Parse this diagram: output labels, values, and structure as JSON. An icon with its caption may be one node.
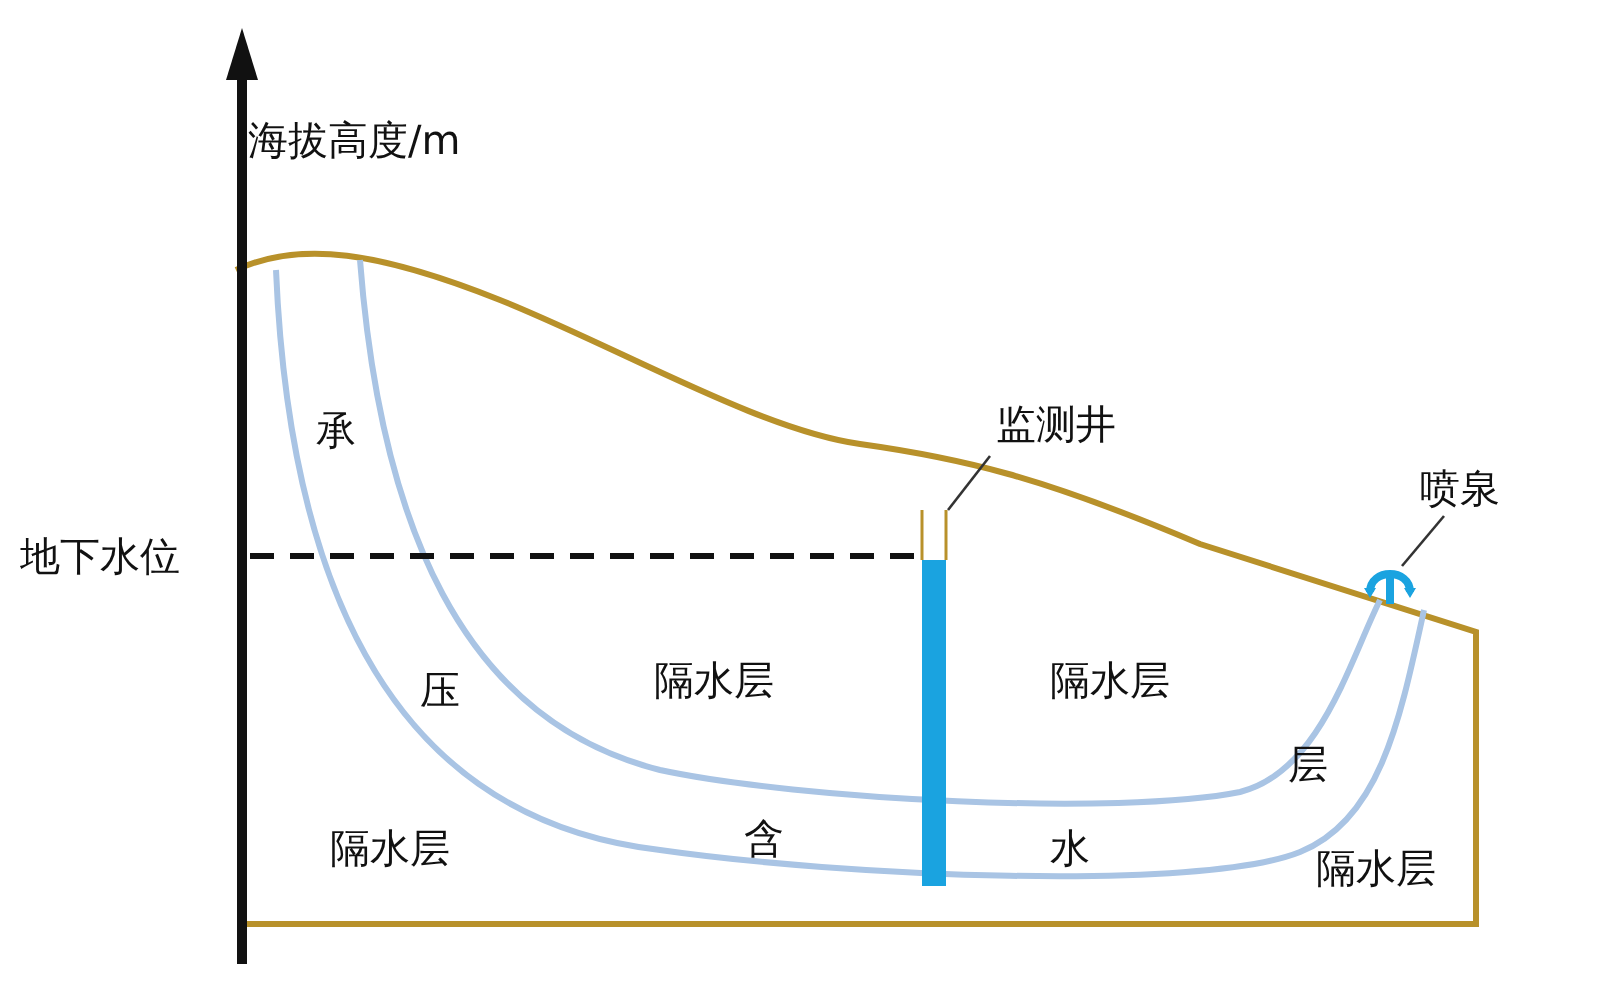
{
  "diagram": {
    "nodes": [
      {
        "text": [
          "监测井"
        ]
      },
      {
        "text": [],
        "shape": "bar"
      },
      {
        "text": [
          "喷泉"
        ]
      },
      {
        "text": [],
        "shape": "picture"
      }
    ],
    "edges": [
      {
        "from": 0,
        "to": 1,
        "arrow": "none"
      },
      {
        "from": 2,
        "to": 3,
        "arrow": "none"
      }
    ],
    "labels": [
      "海拔高度/m",
      "承",
      "地下水位",
      "压",
      "隔水层",
      "隔水层",
      "层",
      "隔水层",
      "含",
      "水",
      "隔水层"
    ]
  }
}
